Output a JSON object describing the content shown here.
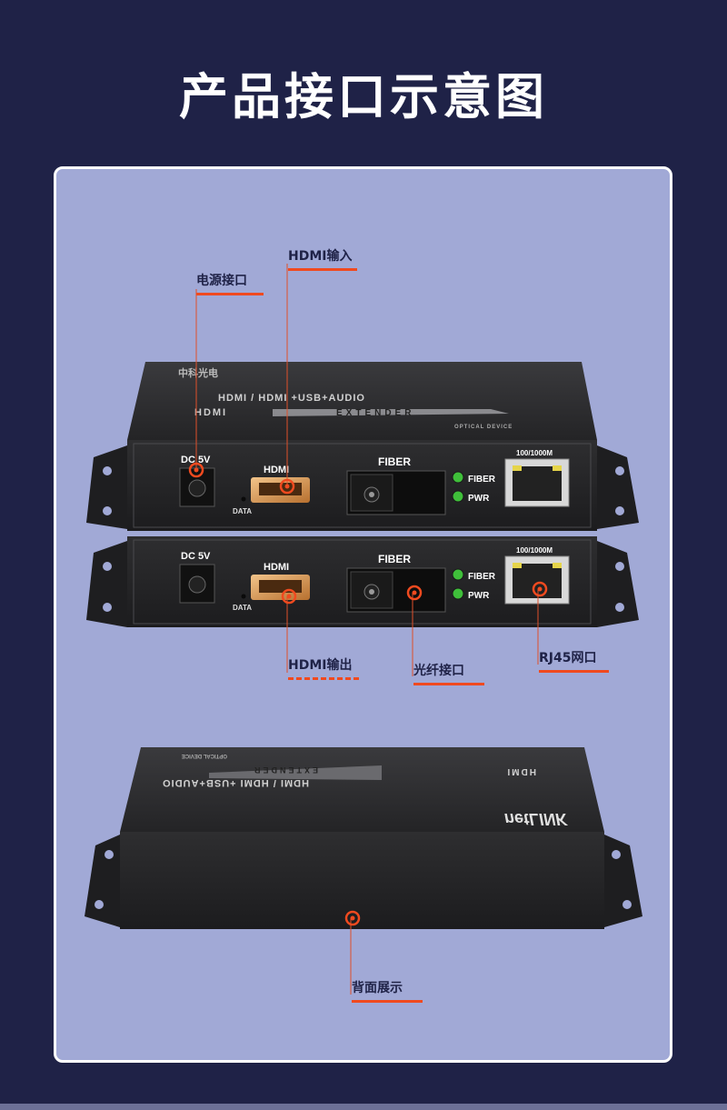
{
  "page": {
    "title": "产品接口示意图"
  },
  "callouts": {
    "power": "电源接口",
    "hdmi_in": "HDMI输入",
    "hdmi_out": "HDMI输出",
    "fiber": "光纤接口",
    "rj45": "RJ45网口",
    "back": "背面展示"
  },
  "device_top": {
    "brand_cn": "中科光电",
    "top_text": "HDMI / HDMI +USB+AUDIO",
    "hdmi_text": "HDMI",
    "extender_text": "EXTENDER",
    "optical_text": "OPTICAL DEVICE",
    "dc_label": "DC 5V",
    "hdmi_label": "HDMI",
    "data_label": "DATA",
    "fiber_label": "FIBER",
    "led_fiber": "FIBER",
    "led_pwr": "PWR",
    "rj45_label": "100/1000M"
  },
  "device_bottom": {
    "dc_label": "DC 5V",
    "hdmi_label": "HDMI",
    "data_label": "DATA",
    "fiber_label": "FIBER",
    "led_fiber": "FIBER",
    "led_pwr": "PWR",
    "rj45_label": "100/1000M"
  },
  "device_back": {
    "brand": "netLINK",
    "top_text": "HDMI / HDMI +USB+AUDIO",
    "hdmi_text": "HDMI",
    "extender_text": "EXTENDER",
    "optical_text": "OPTICAL DEVICE"
  },
  "colors": {
    "background": "#1f2247",
    "panel": "#a1a9d6",
    "accent": "#f04a1f",
    "device": "#2a2a2c",
    "led": "#3fbf3a"
  }
}
